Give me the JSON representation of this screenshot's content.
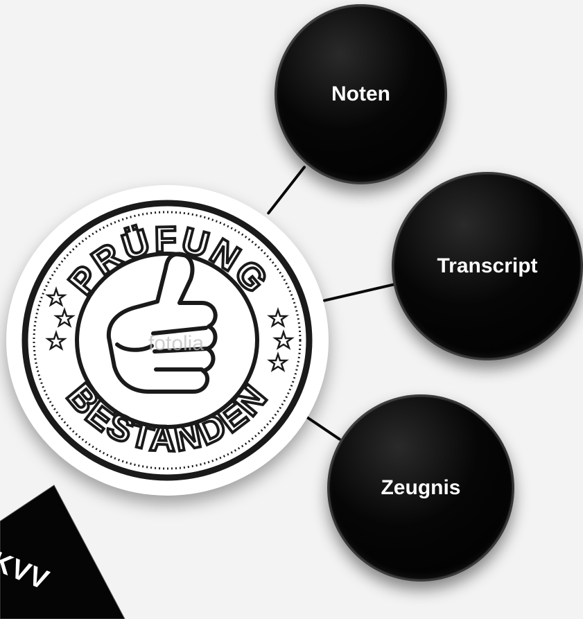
{
  "nodes": {
    "noten": "Noten",
    "transcript": "Transcript",
    "zeugnis": "Zeugnis"
  },
  "seal": {
    "top_text": "PRÜFUNG",
    "bottom_text": "BESTANDEN",
    "watermark": "fotolia"
  },
  "corner": {
    "label": "KVV"
  },
  "colors": {
    "background": "#f3f3f3",
    "bubble": "#000000",
    "bubble_text": "#ffffff",
    "seal_ink": "#1a1a1a"
  },
  "icons": {
    "seal_center": "thumbs-up-icon",
    "seal_decoration": "star-icon"
  }
}
